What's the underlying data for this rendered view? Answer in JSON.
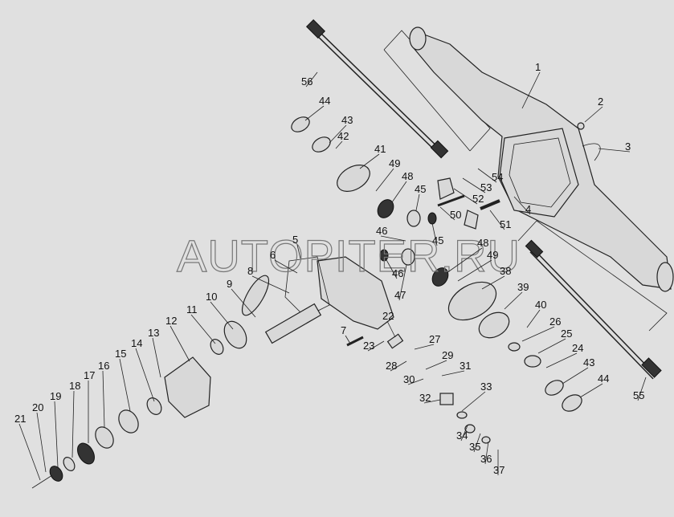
{
  "diagram": {
    "title": "Rear axle exploded view",
    "watermark": "AUTOPITER.RU",
    "callouts": [
      "1",
      "2",
      "3",
      "4",
      "54",
      "53",
      "52",
      "51",
      "50",
      "45",
      "45",
      "48",
      "49",
      "41",
      "42",
      "43",
      "44",
      "56",
      "46",
      "46",
      "47",
      "48",
      "49",
      "38",
      "39",
      "40",
      "26",
      "25",
      "24",
      "43",
      "44",
      "55",
      "5",
      "6",
      "8",
      "9",
      "10",
      "11",
      "12",
      "13",
      "14",
      "15",
      "16",
      "17",
      "18",
      "19",
      "20",
      "21",
      "7",
      "22",
      "27",
      "23",
      "29",
      "28",
      "31",
      "30",
      "33",
      "32",
      "34",
      "35",
      "36",
      "37"
    ]
  }
}
